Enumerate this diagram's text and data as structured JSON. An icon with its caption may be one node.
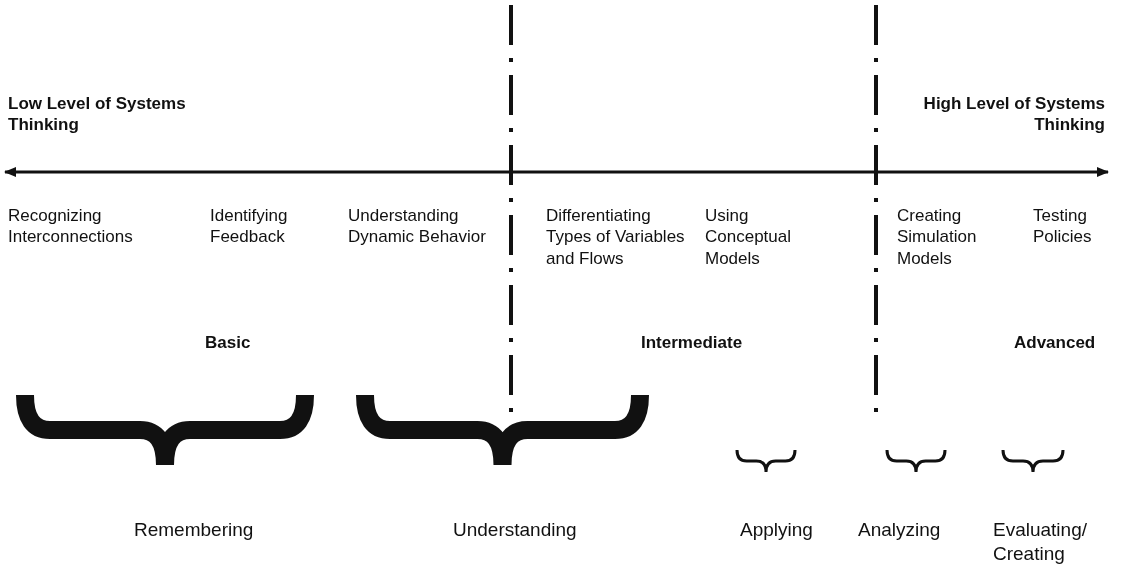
{
  "diagram": {
    "labels": [
      "Low Level of Systems Thinking",
      "High Level of Systems Thinking",
      "Recognizing Interconnections",
      "Identifying Feedback",
      "Understanding Dynamic Behavior",
      "Differentiating Types of Variables and Flows",
      "Using Conceptual Models",
      "Creating Simulation Models",
      "Testing Policies",
      "Basic",
      "Intermediate",
      "Advanced",
      "Remembering",
      "Understanding",
      "Applying",
      "Analyzing",
      "Evaluating/ Creating"
    ]
  }
}
